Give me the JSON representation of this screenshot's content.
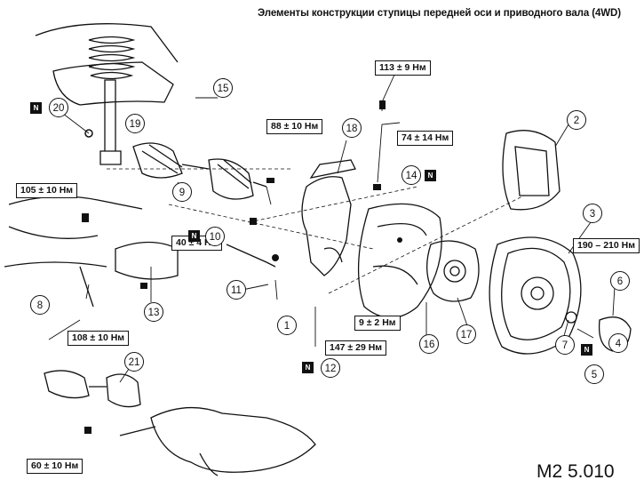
{
  "diagram": {
    "title": "Элементы конструкции ступицы передней оси и приводного вала (4WD)",
    "figure_code": "M2 5.010",
    "new_part_mark": "N",
    "torque_labels": [
      {
        "id": "t113",
        "text": "113 ± 9 Нм"
      },
      {
        "id": "t88",
        "text": "88 ± 10 Нм"
      },
      {
        "id": "t74",
        "text": "74 ± 14 Нм"
      },
      {
        "id": "t105",
        "text": "105 ± 10 Нм"
      },
      {
        "id": "t190",
        "text": "190 – 210 Нм"
      },
      {
        "id": "t40",
        "text": "40 ± 4 Нм"
      },
      {
        "id": "t108",
        "text": "108 ± 10 Нм"
      },
      {
        "id": "t9",
        "text": "9 ± 2 Нм"
      },
      {
        "id": "t147",
        "text": "147 ± 29 Нм"
      },
      {
        "id": "t60",
        "text": "60 ± 10 Нм"
      }
    ],
    "part_numbers": [
      "1",
      "2",
      "3",
      "4",
      "5",
      "6",
      "7",
      "8",
      "9",
      "10",
      "11",
      "12",
      "13",
      "14",
      "15",
      "16",
      "17",
      "18",
      "19",
      "20",
      "21"
    ]
  }
}
